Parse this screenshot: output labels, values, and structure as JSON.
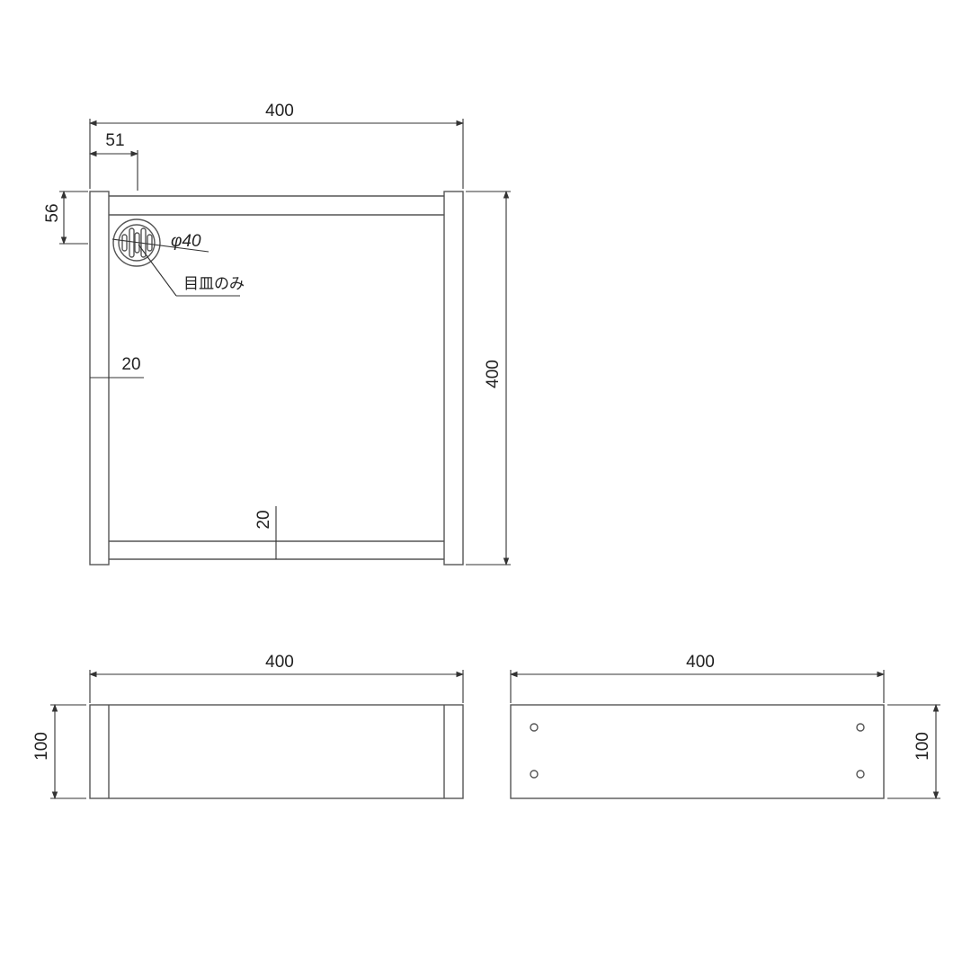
{
  "plan_view": {
    "width_label": "400",
    "height_label": "400",
    "drain_offset_x_label": "51",
    "drain_offset_y_label": "56",
    "drain_diameter_label": "φ40",
    "drain_note": "目皿のみ",
    "side_frame_label": "20",
    "bottom_frame_label": "20"
  },
  "front_view": {
    "width_label": "400",
    "height_label": "100"
  },
  "side_view": {
    "width_label": "400",
    "height_label": "100",
    "holes": 4
  },
  "colors": {
    "line": "#555555",
    "text": "#222222",
    "background": "#ffffff"
  }
}
